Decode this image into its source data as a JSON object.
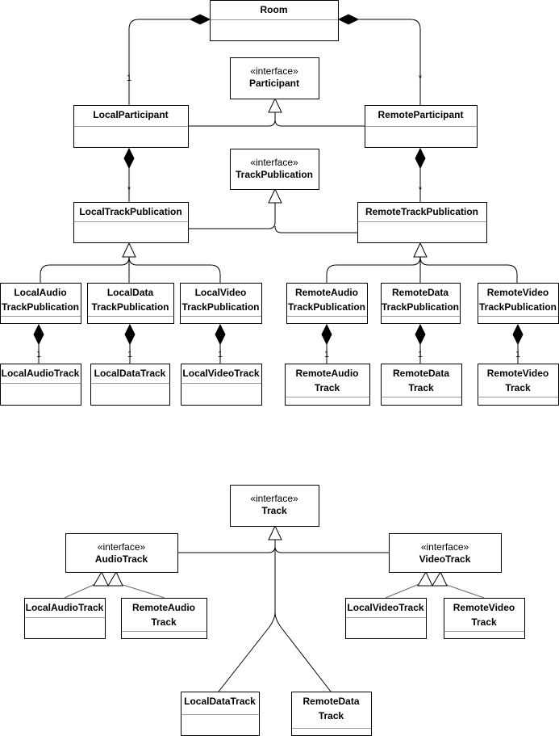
{
  "stereotype": "«interface»",
  "classes": {
    "room": [
      "Room"
    ],
    "participant": [
      "Participant"
    ],
    "local_participant": [
      "LocalParticipant"
    ],
    "remote_participant": [
      "RemoteParticipant"
    ],
    "track_publication": [
      "TrackPublication"
    ],
    "local_track_publication": [
      "LocalTrackPublication"
    ],
    "remote_track_publication": [
      "RemoteTrackPublication"
    ],
    "local_audio_track_publication": [
      "LocalAudio",
      "TrackPublication"
    ],
    "local_data_track_publication": [
      "LocalData",
      "TrackPublication"
    ],
    "local_video_track_publication": [
      "LocalVideo",
      "TrackPublication"
    ],
    "remote_audio_track_publication": [
      "RemoteAudio",
      "TrackPublication"
    ],
    "remote_data_track_publication": [
      "RemoteData",
      "TrackPublication"
    ],
    "remote_video_track_publication": [
      "RemoteVideo",
      "TrackPublication"
    ],
    "local_audio_track": [
      "LocalAudioTrack"
    ],
    "local_data_track": [
      "LocalDataTrack"
    ],
    "local_video_track": [
      "LocalVideoTrack"
    ],
    "remote_audio_track": [
      "RemoteAudio",
      "Track"
    ],
    "remote_data_track": [
      "RemoteData",
      "Track"
    ],
    "remote_video_track": [
      "RemoteVideo",
      "Track"
    ],
    "track": [
      "Track"
    ],
    "audio_track": [
      "AudioTrack"
    ],
    "video_track": [
      "VideoTrack"
    ],
    "local_audio_track_2": [
      "LocalAudioTrack"
    ],
    "remote_audio_track_2": [
      "RemoteAudio",
      "Track"
    ],
    "local_video_track_2": [
      "LocalVideoTrack"
    ],
    "remote_video_track_2": [
      "RemoteVideo",
      "Track"
    ],
    "local_data_track_2": [
      "LocalDataTrack"
    ],
    "remote_data_track_2": [
      "RemoteData",
      "Track"
    ]
  },
  "multiplicities": {
    "room_local_participant": "1",
    "room_remote_participant": "*",
    "local_participant_publications": "*",
    "remote_participant_publications": "*",
    "local_audio_pub_track": "1",
    "local_data_pub_track": "1",
    "local_video_pub_track": "1",
    "remote_audio_pub_track": "1",
    "remote_data_pub_track": "1",
    "remote_video_pub_track": "1"
  }
}
